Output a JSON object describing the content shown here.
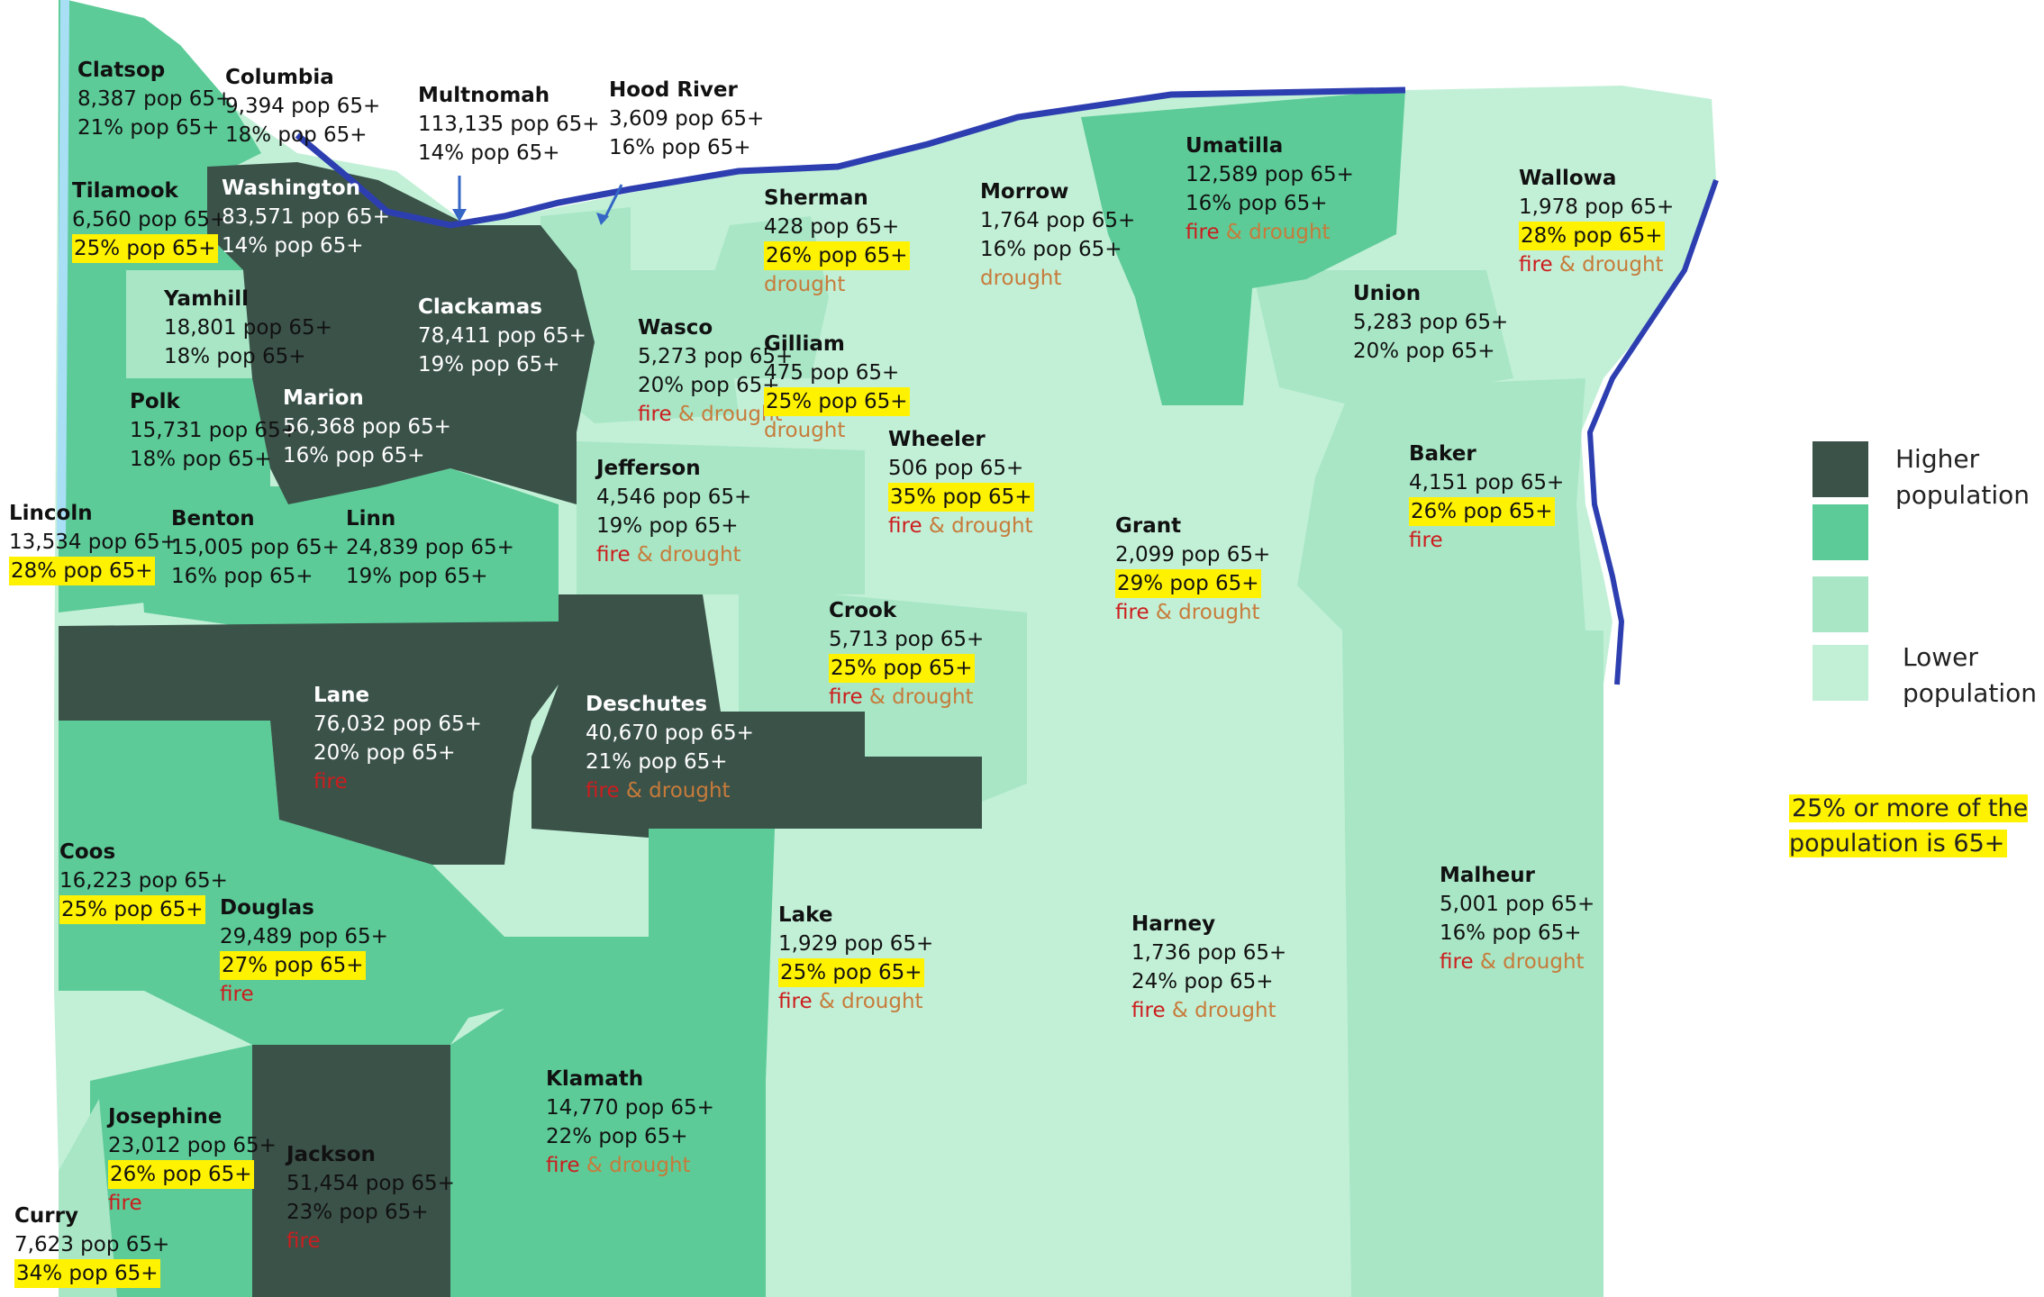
{
  "colors": {
    "tier1": "#3b5249",
    "tier2": "#5ccb98",
    "tier3": "#a8e6c6",
    "tier4": "#c2f0d7",
    "highlight": "#fff200",
    "fire": "#cc1d1d",
    "drought": "#c77b3a",
    "water": "#2d3fb0",
    "ocean": "#ffffff"
  },
  "counties": [
    {
      "name": "Clatsop",
      "pop": "8,387 pop 65+",
      "pct": "21% pop 65+",
      "high": false,
      "risk": ""
    },
    {
      "name": "Columbia",
      "pop": "9,394 pop 65+",
      "pct": "18% pop 65+",
      "high": false,
      "risk": ""
    },
    {
      "name": "Multnomah",
      "pop": "113,135 pop 65+",
      "pct": "14% pop 65+",
      "high": false,
      "risk": ""
    },
    {
      "name": "Hood River",
      "pop": "3,609 pop 65+",
      "pct": "16% pop 65+",
      "high": false,
      "risk": ""
    },
    {
      "name": "Tilamook",
      "pop": "6,560 pop 65+",
      "pct": "25% pop 65+",
      "high": true,
      "risk": ""
    },
    {
      "name": "Washington",
      "pop": "83,571 pop 65+",
      "pct": "14% pop 65+",
      "high": false,
      "risk": ""
    },
    {
      "name": "Sherman",
      "pop": "428 pop 65+",
      "pct": "26% pop 65+",
      "high": true,
      "risk": "drought"
    },
    {
      "name": "Morrow",
      "pop": "1,764 pop 65+",
      "pct": "16% pop 65+",
      "high": false,
      "risk": "drought"
    },
    {
      "name": "Umatilla",
      "pop": "12,589 pop 65+",
      "pct": "16% pop 65+",
      "high": false,
      "risk": "fire & drought"
    },
    {
      "name": "Wallowa",
      "pop": "1,978 pop 65+",
      "pct": "28% pop 65+",
      "high": true,
      "risk": "fire & drought"
    },
    {
      "name": "Yamhill",
      "pop": "18,801 pop 65+",
      "pct": "18% pop 65+",
      "high": false,
      "risk": ""
    },
    {
      "name": "Clackamas",
      "pop": "78,411 pop 65+",
      "pct": "19% pop 65+",
      "high": false,
      "risk": ""
    },
    {
      "name": "Wasco",
      "pop": "5,273 pop 65+",
      "pct": "20% pop 65+",
      "high": false,
      "risk": "fire & drought"
    },
    {
      "name": "Gilliam",
      "pop": "475 pop 65+",
      "pct": "25% pop 65+",
      "high": true,
      "risk": "drought"
    },
    {
      "name": "Union",
      "pop": "5,283 pop 65+",
      "pct": "20% pop 65+",
      "high": false,
      "risk": ""
    },
    {
      "name": "Polk",
      "pop": "15,731 pop 65+",
      "pct": "18% pop 65+",
      "high": false,
      "risk": ""
    },
    {
      "name": "Marion",
      "pop": "56,368 pop 65+",
      "pct": "16% pop 65+",
      "high": false,
      "risk": ""
    },
    {
      "name": "Wheeler",
      "pop": "506 pop 65+",
      "pct": "35% pop 65+",
      "high": true,
      "risk": "fire & drought"
    },
    {
      "name": "Baker",
      "pop": "4,151 pop 65+",
      "pct": "26% pop 65+",
      "high": true,
      "risk": "fire"
    },
    {
      "name": "Lincoln",
      "pop": "13,534 pop 65+",
      "pct": "28% pop 65+",
      "high": true,
      "risk": ""
    },
    {
      "name": "Benton",
      "pop": "15,005 pop 65+",
      "pct": "16% pop 65+",
      "high": false,
      "risk": ""
    },
    {
      "name": "Linn",
      "pop": "24,839 pop 65+",
      "pct": "19% pop 65+",
      "high": false,
      "risk": ""
    },
    {
      "name": "Jefferson",
      "pop": "4,546 pop 65+",
      "pct": "19% pop 65+",
      "high": false,
      "risk": "fire & drought"
    },
    {
      "name": "Grant",
      "pop": "2,099 pop 65+",
      "pct": "29% pop 65+",
      "high": true,
      "risk": "fire & drought"
    },
    {
      "name": "Crook",
      "pop": "5,713 pop 65+",
      "pct": "25% pop 65+",
      "high": true,
      "risk": "fire & drought"
    },
    {
      "name": "Lane",
      "pop": "76,032 pop 65+",
      "pct": "20% pop 65+",
      "high": false,
      "risk": "fire"
    },
    {
      "name": "Deschutes",
      "pop": "40,670 pop 65+",
      "pct": "21% pop 65+",
      "high": false,
      "risk": "fire & drought"
    },
    {
      "name": "Coos",
      "pop": "16,223 pop 65+",
      "pct": "25% pop 65+",
      "high": true,
      "risk": ""
    },
    {
      "name": "Douglas",
      "pop": "29,489 pop 65+",
      "pct": "27% pop 65+",
      "high": true,
      "risk": "fire"
    },
    {
      "name": "Lake",
      "pop": "1,929 pop 65+",
      "pct": "25% pop 65+",
      "high": true,
      "risk": "fire & drought"
    },
    {
      "name": "Harney",
      "pop": "1,736 pop 65+",
      "pct": "24% pop 65+",
      "high": false,
      "risk": "fire & drought"
    },
    {
      "name": "Malheur",
      "pop": "5,001 pop 65+",
      "pct": "16% pop 65+",
      "high": false,
      "risk": "fire & drought"
    },
    {
      "name": "Klamath",
      "pop": "14,770 pop 65+",
      "pct": "22% pop 65+",
      "high": false,
      "risk": "fire & drought"
    },
    {
      "name": "Josephine",
      "pop": "23,012 pop 65+",
      "pct": "26% pop 65+",
      "high": true,
      "risk": "fire"
    },
    {
      "name": "Jackson",
      "pop": "51,454 pop 65+",
      "pct": "23% pop 65+",
      "high": false,
      "risk": "fire"
    },
    {
      "name": "Curry",
      "pop": "7,623 pop 65+",
      "pct": "34% pop 65+",
      "high": true,
      "risk": ""
    }
  ],
  "legend": {
    "higher": "Higher population",
    "lower": "Lower population",
    "note": "25% or more of the population is 65+"
  }
}
